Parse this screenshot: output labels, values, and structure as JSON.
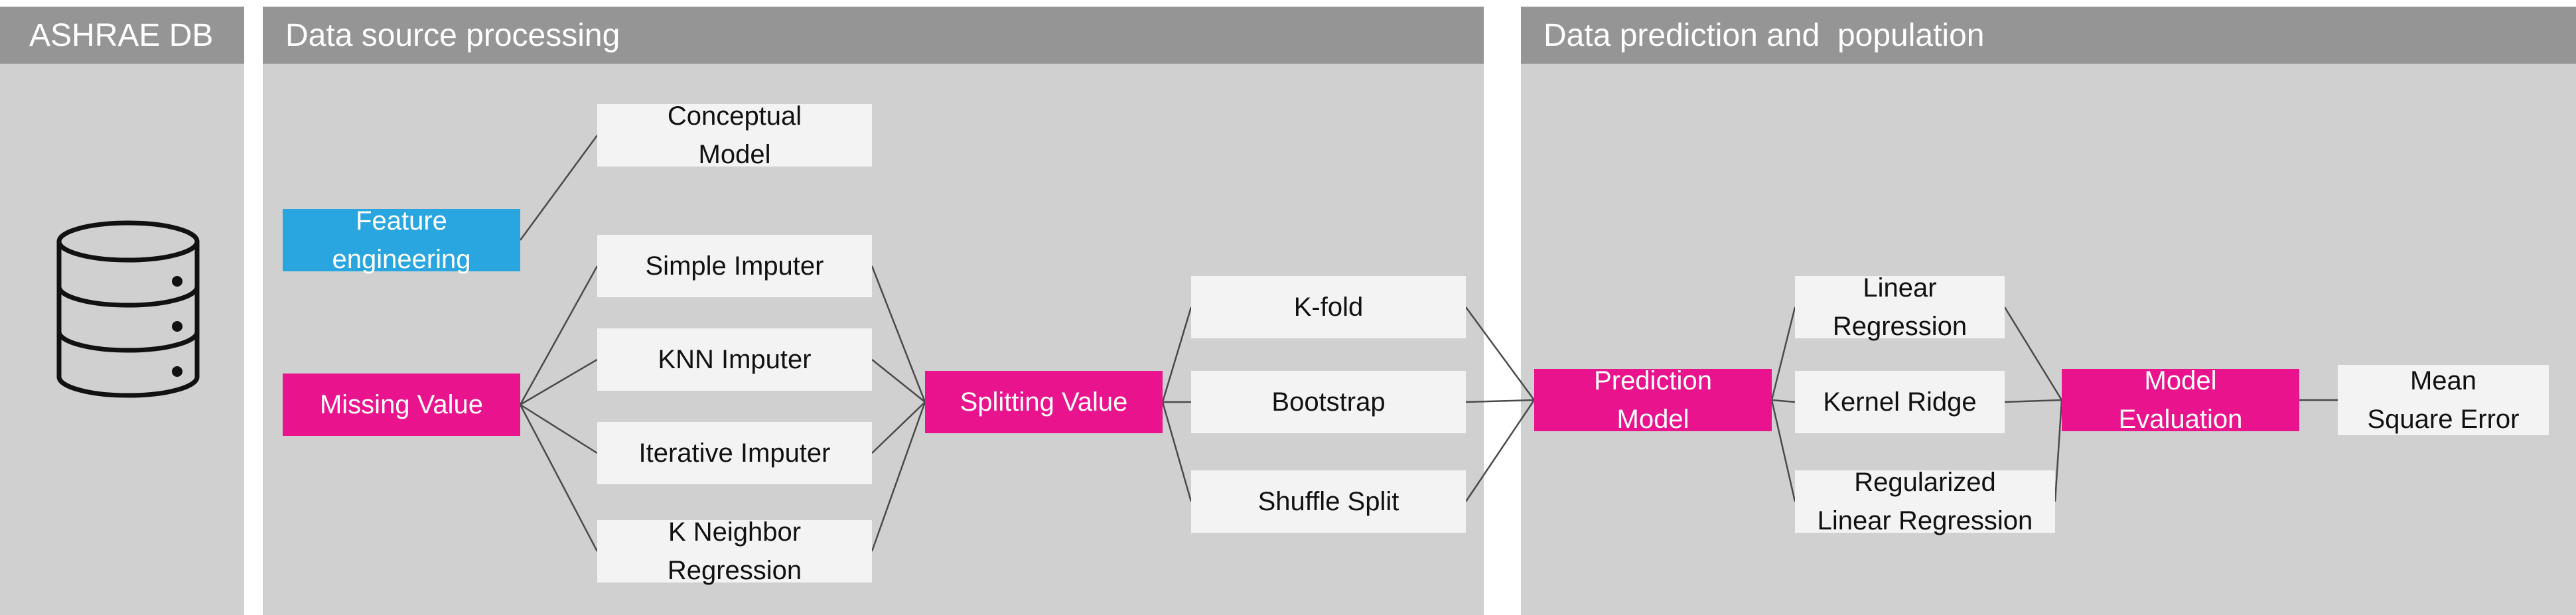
{
  "colors": {
    "panel_bg": "#d0d0d0",
    "header_bg": "#959595",
    "node_bg": "#f3f3f3",
    "accent_pink": "#e8138d",
    "accent_blue": "#29a6e0",
    "line": "#4a4a4a"
  },
  "panels": {
    "db": {
      "title": "ASHRAE DB",
      "icon": "database-icon"
    },
    "processing": {
      "title": "Data source processing"
    },
    "prediction": {
      "title": "Data prediction and  population"
    }
  },
  "nodes": {
    "feature_engineering": [
      "Feature",
      "engineering"
    ],
    "conceptual_model": [
      "Conceptual",
      "Model"
    ],
    "missing_value": [
      "Missing Value"
    ],
    "simple_imputer": [
      "Simple Imputer"
    ],
    "knn_imputer": [
      "KNN Imputer"
    ],
    "iterative_imputer": [
      "Iterative Imputer"
    ],
    "k_neighbor_regression": [
      "K Neighbor",
      "Regression"
    ],
    "splitting_value": [
      "Splitting Value"
    ],
    "k_fold": [
      "K-fold"
    ],
    "bootstrap": [
      "Bootstrap"
    ],
    "shuffle_split": [
      "Shuffle Split"
    ],
    "prediction_model": [
      "Prediction",
      "Model"
    ],
    "linear_regression": [
      "Linear",
      "Regression"
    ],
    "kernel_ridge": [
      "Kernel Ridge"
    ],
    "regularized_linear_regression": [
      "Regularized",
      "Linear Regression"
    ],
    "model_evaluation": [
      "Model",
      "Evaluation"
    ],
    "mean_square_error": [
      "Mean",
      "Square Error"
    ]
  },
  "edges": [
    [
      "feature_engineering",
      "conceptual_model"
    ],
    [
      "missing_value",
      "simple_imputer"
    ],
    [
      "missing_value",
      "knn_imputer"
    ],
    [
      "missing_value",
      "iterative_imputer"
    ],
    [
      "missing_value",
      "k_neighbor_regression"
    ],
    [
      "simple_imputer",
      "splitting_value"
    ],
    [
      "knn_imputer",
      "splitting_value"
    ],
    [
      "iterative_imputer",
      "splitting_value"
    ],
    [
      "k_neighbor_regression",
      "splitting_value"
    ],
    [
      "splitting_value",
      "k_fold"
    ],
    [
      "splitting_value",
      "bootstrap"
    ],
    [
      "splitting_value",
      "shuffle_split"
    ],
    [
      "k_fold",
      "prediction_model"
    ],
    [
      "bootstrap",
      "prediction_model"
    ],
    [
      "shuffle_split",
      "prediction_model"
    ],
    [
      "prediction_model",
      "linear_regression"
    ],
    [
      "prediction_model",
      "kernel_ridge"
    ],
    [
      "prediction_model",
      "regularized_linear_regression"
    ],
    [
      "linear_regression",
      "model_evaluation"
    ],
    [
      "kernel_ridge",
      "model_evaluation"
    ],
    [
      "regularized_linear_regression",
      "model_evaluation"
    ],
    [
      "model_evaluation",
      "mean_square_error"
    ]
  ]
}
